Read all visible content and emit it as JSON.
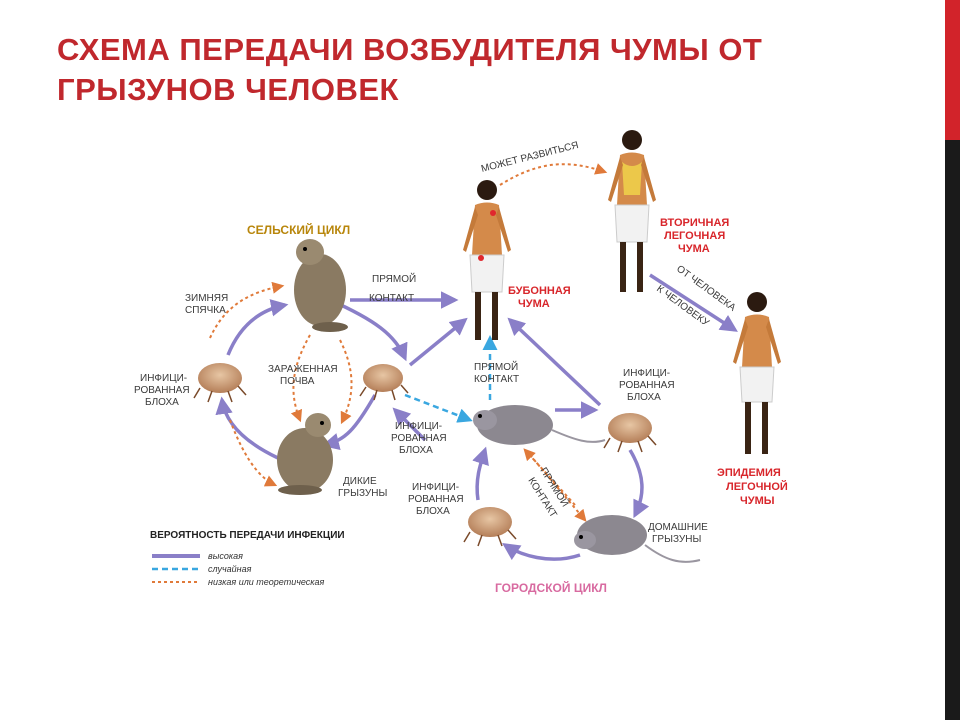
{
  "slide": {
    "title": "Схема передачи возбудителя чумы от грызунов человек"
  },
  "diagram": {
    "rural_cycle": "Сельский цикл",
    "urban_cycle": "Городской цикл",
    "hibernation": [
      "Зимняя",
      "спячка"
    ],
    "infected_soil": [
      "Зараженная",
      "почва"
    ],
    "wild_rodents": [
      "Дикие",
      "грызуны"
    ],
    "direct_contact_1": [
      "Прямой",
      "контакт"
    ],
    "direct_contact_2": [
      "Прямой",
      "контакт"
    ],
    "direct_contact_3": [
      "Прямой",
      "контакт"
    ],
    "flea_left": [
      "Инфици-",
      "рованная",
      "блоха"
    ],
    "flea_center": [
      "Инфици-",
      "рованная",
      "блоха"
    ],
    "flea_right": [
      "Инфици-",
      "рованная",
      "блоха"
    ],
    "flea_bottom": [
      "Инфици-",
      "рованная",
      "блоха"
    ],
    "domestic_rodents": [
      "Домашние",
      "грызуны"
    ],
    "may_develop": "Может развиться",
    "bubonic_plague": [
      "Бубонная",
      "чума"
    ],
    "secondary_pneumonic": [
      "Вторичная",
      "легочная",
      "чума"
    ],
    "person_to_person": [
      "От человека",
      "к человеку"
    ],
    "epidemic": [
      "Эпидемия",
      "легочной",
      "чумы"
    ]
  },
  "legend": {
    "title": "Вероятность передачи инфекции",
    "items": [
      {
        "label": "высокая",
        "color": "#8a7fc8",
        "style": "solid"
      },
      {
        "label": "случайная",
        "color": "#3aa7e0",
        "style": "dashed"
      },
      {
        "label": "низкая или теоретическая",
        "color": "#e07a3a",
        "style": "dotted"
      }
    ]
  },
  "colors": {
    "title": "#c0282d",
    "high": "#8a7fc8",
    "random": "#3aa7e0",
    "low": "#e07a3a",
    "rural_label": "#b8860b",
    "urban_label": "#d86aa0",
    "red_label": "#d8262b"
  }
}
